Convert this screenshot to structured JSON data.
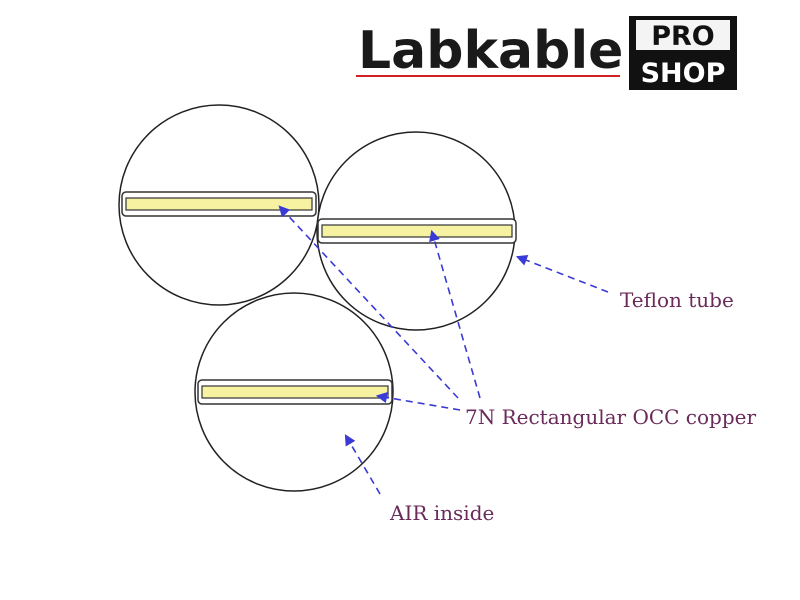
{
  "logo": {
    "brand": "Labkable",
    "badge_top": "PRO",
    "badge_bottom": "SHOP"
  },
  "labels": {
    "teflon": "Teflon tube",
    "copper": "7N Rectangular OCC copper",
    "air": "AIR inside"
  },
  "colors": {
    "circle_stroke": "#222222",
    "conductor_fill": "#f6f2a2",
    "tube_stroke": "#333333",
    "tube_fill": "#cfcfcf",
    "arrow": "#3a3ad6",
    "label": "#6a2a5a",
    "logo_underline": "#d02020"
  }
}
